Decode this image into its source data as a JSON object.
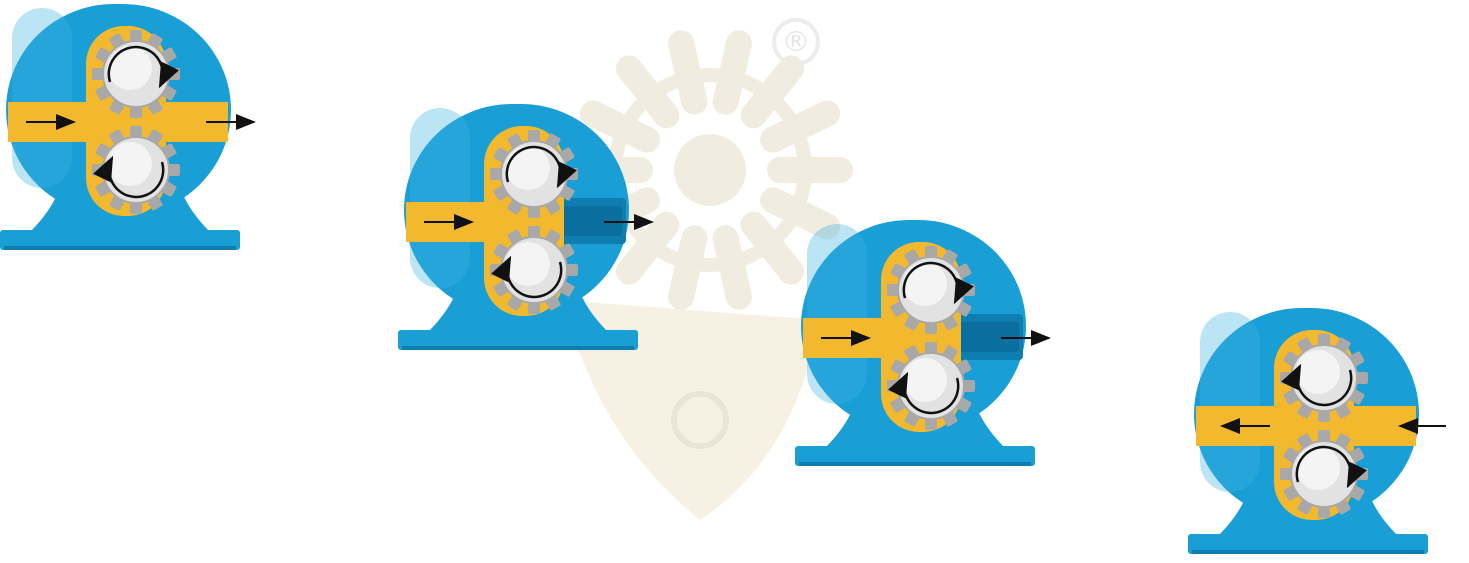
{
  "watermark": {
    "symbol": "®",
    "shape": "gear-logo-watermark",
    "color": "#f1ece0"
  },
  "colors": {
    "pump_body": "#1a9ed6",
    "pump_body_dark": "#0e7db0",
    "fluid": "#f2b82e",
    "gear_metal": "#e2e2e2",
    "gear_metal_dark": "#a8a8a8",
    "arrow": "#111111"
  },
  "stages": [
    {
      "id": "pump-stage-1",
      "flow_direction": "left-to-right",
      "outlet_chamber": "filled"
    },
    {
      "id": "pump-stage-2",
      "flow_direction": "left-to-right",
      "outlet_chamber": "empty"
    },
    {
      "id": "pump-stage-3",
      "flow_direction": "left-to-right",
      "outlet_chamber": "empty"
    },
    {
      "id": "pump-stage-4",
      "flow_direction": "right-to-left",
      "outlet_chamber": "filled"
    }
  ]
}
